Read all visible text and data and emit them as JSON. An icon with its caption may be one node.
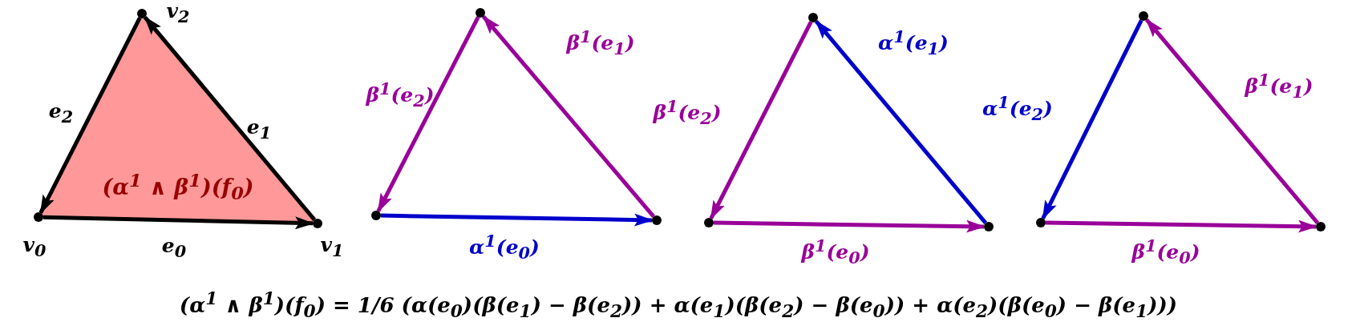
{
  "diagram": {
    "caption": "(α$^{1}$ ∧ β$^{1}$)(f$_{0}$) = 1/6 (α(e$_{0}$)(β(e$_{1}$) − β(e$_{2}$)) + α(e$_{1}$)(β(e$_{2}$) − β(e$_{0}$)) + α(e$_{2}$)(β(e$_{0}$) − β(e$_{1}$)))",
    "nodes": [
      {
        "text": [
          "(α$^{1}$ ∧ β$^{1}$)(f$_{0}$)"
        ]
      },
      {
        "text": [],
        "shape": "circle"
      },
      {
        "text": [],
        "shape": "circle"
      },
      {
        "text": [],
        "shape": "circle"
      },
      {
        "text": [],
        "shape": "circle"
      },
      {
        "text": [],
        "shape": "circle"
      },
      {
        "text": [],
        "shape": "circle"
      },
      {
        "text": [],
        "shape": "circle"
      },
      {
        "text": [],
        "shape": "circle"
      },
      {
        "text": [],
        "shape": "circle"
      },
      {
        "text": [],
        "shape": "circle"
      },
      {
        "text": [],
        "shape": "circle"
      },
      {
        "text": [],
        "shape": "circle"
      }
    ],
    "edges": [
      {
        "from": 1,
        "to": 2,
        "arrow": "to",
        "label": "e$_{0}$",
        "color": "#000000"
      },
      {
        "from": 2,
        "to": 3,
        "arrow": "to",
        "label": "e$_{1}$",
        "color": "#000000"
      },
      {
        "from": 3,
        "to": 1,
        "arrow": "to",
        "label": "e$_{2}$",
        "color": "#000000"
      },
      {
        "from": 4,
        "to": 5,
        "arrow": "to",
        "label": "α$^{1}$(e$_{0}$)",
        "color": "#0000cc"
      },
      {
        "from": 5,
        "to": 6,
        "arrow": "to",
        "label": "β$^{1}$(e$_{1}$)",
        "color": "#990099"
      },
      {
        "from": 6,
        "to": 4,
        "arrow": "to",
        "label": "β$^{1}$(e$_{2}$)",
        "color": "#990099"
      },
      {
        "from": 7,
        "to": 8,
        "arrow": "to",
        "label": "β$^{1}$(e$_{0}$)",
        "color": "#990099"
      },
      {
        "from": 8,
        "to": 9,
        "arrow": "to",
        "label": "α$^{1}$(e$_{1}$)",
        "color": "#0000cc"
      },
      {
        "from": 9,
        "to": 7,
        "arrow": "to",
        "label": "β$^{1}$(e$_{2}$)",
        "color": "#990099"
      },
      {
        "from": 10,
        "to": 11,
        "arrow": "to",
        "label": "β$^{1}$(e$_{0}$)",
        "color": "#990099"
      },
      {
        "from": 11,
        "to": 12,
        "arrow": "to",
        "label": "β$^{1}$(e$_{1}$)",
        "color": "#990099"
      },
      {
        "from": 12,
        "to": 10,
        "arrow": "to",
        "label": "α$^{1}$(e$_{2}$)",
        "color": "#0000cc"
      }
    ],
    "labels": [
      "v$_{2}$",
      "v$_{0}$",
      "v$_{1}$"
    ]
  }
}
